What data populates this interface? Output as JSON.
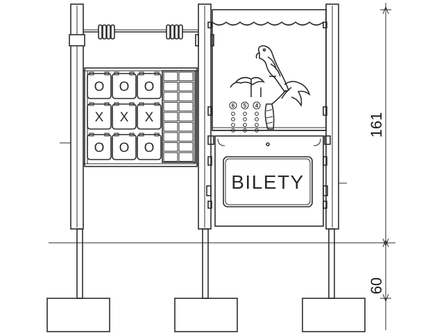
{
  "sign_text": "BILETY",
  "tic_tac_toe": {
    "rows": [
      [
        "O",
        "O",
        "O"
      ],
      [
        "X",
        "X",
        "X"
      ],
      [
        "O",
        "O",
        "O"
      ]
    ]
  },
  "counter_numbers": [
    "6",
    "5",
    "4"
  ],
  "dimensions": {
    "above_ground": "161",
    "below_ground": "60"
  }
}
